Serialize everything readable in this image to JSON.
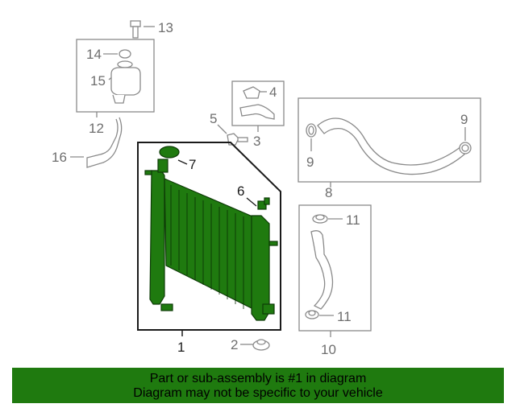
{
  "callouts": {
    "c1": "1",
    "c2": "2",
    "c3": "3",
    "c4": "4",
    "c5": "5",
    "c6": "6",
    "c7": "7",
    "c8": "8",
    "c9a": "9",
    "c9b": "9",
    "c10": "10",
    "c11a": "11",
    "c11b": "11",
    "c12": "12",
    "c13": "13",
    "c14": "14",
    "c15": "15",
    "c16": "16"
  },
  "banner": {
    "line1": "Part or sub-assembly is #1 in diagram",
    "line2": "Diagram may not be specific to your vehicle",
    "color": "#1f7a0f"
  },
  "colors": {
    "highlight_part": "#1f7a0f",
    "line": "#8a8a8a",
    "callout_text": "#6e6e6e"
  }
}
